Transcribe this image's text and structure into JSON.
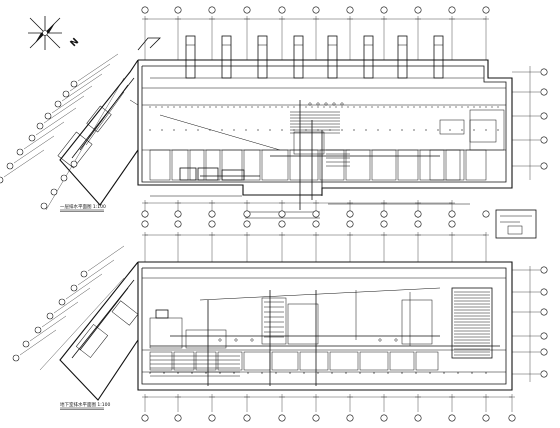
{
  "drawing": {
    "north_label": "N",
    "plans": [
      {
        "id": "upper",
        "title": "一层排水平面图 1:100"
      },
      {
        "id": "lower",
        "title": "地下室排水平面图 1:100"
      }
    ]
  }
}
